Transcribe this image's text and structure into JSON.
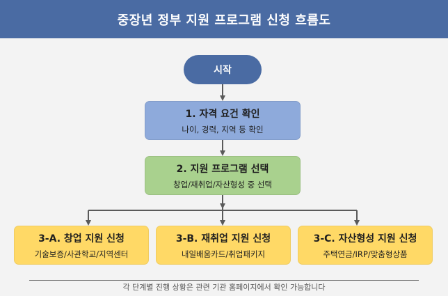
{
  "header": {
    "title": "중장년 정부 지원 프로그램 신청 흐름도"
  },
  "start": {
    "label": "시작"
  },
  "steps": [
    {
      "title": "1. 자격 요건 확인",
      "subtitle": "나이, 경력, 지역 등 확인"
    },
    {
      "title": "2. 지원 프로그램 선택",
      "subtitle": "창업/재취업/자산형성 중 선택"
    }
  ],
  "options": [
    {
      "title": "3-A. 창업 지원 신청",
      "subtitle": "기술보증/사관학교/지역센터"
    },
    {
      "title": "3-B. 재취업 지원 신청",
      "subtitle": "내일배움카드/취업패키지"
    },
    {
      "title": "3-C. 자산형성 지원 신청",
      "subtitle": "주택연금/IRP/맞춤형상품"
    }
  ],
  "footer": {
    "note": "각 단계별 진행 상황은 관련 기관 홈페이지에서 확인 가능합니다"
  },
  "colors": {
    "header_bg": "#4a6ba3",
    "start_bg": "#4a6ba3",
    "step1_bg": "#8eaadb",
    "step2_bg": "#a9d18e",
    "option_bg": "#ffd966",
    "connector": "#5a5a5a"
  }
}
